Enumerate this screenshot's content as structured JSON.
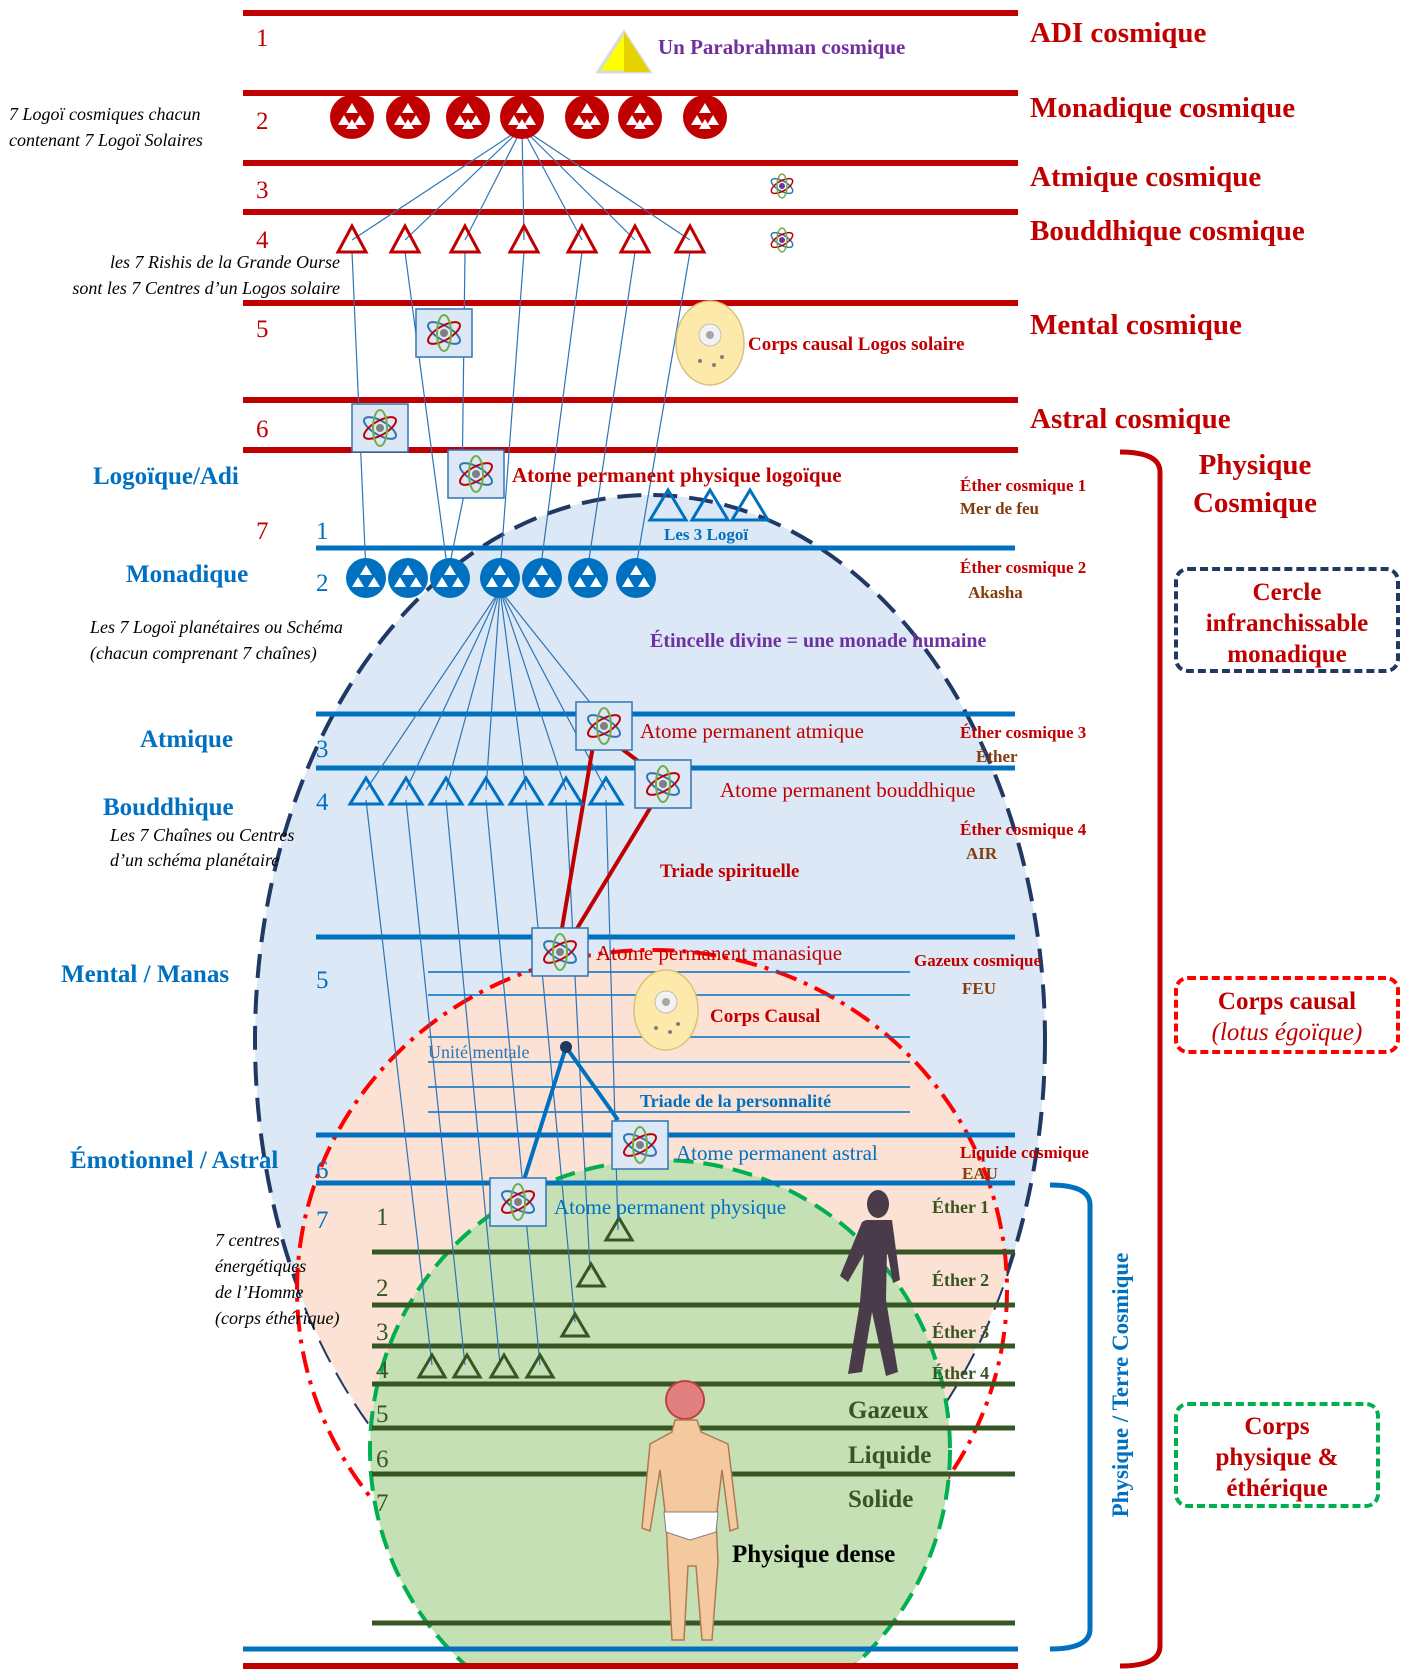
{
  "cosmic_planes": {
    "p1": {
      "num": "1",
      "label": "ADI cosmique"
    },
    "p2": {
      "num": "2",
      "label": "Monadique cosmique"
    },
    "p3": {
      "num": "3",
      "label": "Atmique cosmique"
    },
    "p4": {
      "num": "4",
      "label": "Bouddhique cosmique"
    },
    "p5": {
      "num": "5",
      "label": "Mental cosmique"
    },
    "p6": {
      "num": "6",
      "label": "Astral cosmique"
    },
    "p7_line1": "Physique",
    "p7_line2": "Cosmique"
  },
  "cosmic_notes": {
    "parabrahman": "Un Parabrahman cosmique",
    "logoi_line1": "7 Logoï cosmiques chacun",
    "logoi_line2": "contenant 7 Logoï Solaires",
    "rishis_line1": "les 7 Rishis de la Grande Ourse",
    "rishis_line2": "sont les 7 Centres d’un Logos solaire",
    "causal_logos": "Corps causal Logos solaire",
    "atome_logoique": "Atome permanent physique logoïque",
    "les3logoi": "Les 3 Logoï"
  },
  "system_planes": {
    "logoique": "Logoïque/Adi",
    "monadique": "Monadique",
    "atmique": "Atmique",
    "bouddhique": "Bouddhique",
    "mental": "Mental / Manas",
    "emotionnel": "Émotionnel / Astral",
    "n7": "7",
    "n1": "1",
    "n2": "2",
    "n3": "3",
    "n4": "4",
    "n5": "5",
    "n6": "6",
    "n7b": "7"
  },
  "system_notes": {
    "logoi_planetaires_1": "Les 7 Logoï planétaires ou Schéma",
    "logoi_planetaires_2": "(chacun comprenant 7 chaînes)",
    "chaines_1": "Les 7 Chaînes ou Centres",
    "chaines_2": "d’un schéma planétaire",
    "etincelle": "Étincelle divine = une monade humaine",
    "atome_atmique": "Atome permanent atmique",
    "atome_bouddhique": "Atome permanent bouddhique",
    "triade_spirituelle": "Triade spirituelle",
    "atome_manasique": "Atome permanent manasique",
    "corps_causal": "Corps Causal",
    "unite_mentale": "Unité mentale",
    "triade_personnalite": "Triade de la personnalité",
    "atome_astral": "Atome permanent astral",
    "atome_physique": "Atome permanent physique",
    "centres_1": "7 centres",
    "centres_2": "énergétiques",
    "centres_3": "de l’Homme",
    "centres_4": "(corps éthérique)",
    "physique_dense": "Physique dense"
  },
  "right_labels": {
    "ether1": "Éther cosmique 1",
    "mer": "Mer de feu",
    "ether2": "Éther cosmique 2",
    "akasha": "Akasha",
    "ether3": "Éther cosmique 3",
    "ether": "Éther",
    "ether4": "Éther cosmique 4",
    "air": "AIR",
    "gazeux": "Gazeux cosmique",
    "feu": "FEU",
    "liquide": "Liquide cosmique",
    "eau": "EAU"
  },
  "physical_subplanes": {
    "n1": "1",
    "n2": "2",
    "n3": "3",
    "n4": "4",
    "n5": "5",
    "n6": "6",
    "n7": "7",
    "e1": "Éther 1",
    "e2": "Éther 2",
    "e3": "Éther 3",
    "e4": "Éther 4",
    "gaz": "Gazeux",
    "liq": "Liquide",
    "sol": "Solide"
  },
  "side": {
    "terre": "Physique / Terre Cosmique"
  },
  "legend": {
    "cercle": [
      "Cercle",
      "infranchissable",
      "monadique"
    ],
    "causal_1": "Corps causal",
    "causal_2": "(lotus égoïque)",
    "physique": [
      "Corps",
      "physique &",
      "éthérique"
    ]
  },
  "colors": {
    "red": "#c00000",
    "blue": "#0070c0",
    "navy": "#1f3864",
    "green": "#375623",
    "brown": "#843c0c",
    "purple": "#7030a0",
    "egg_fill": "#dce8f5",
    "causal_fill": "#fbe2d5",
    "physical_fill": "#c5e0b4"
  }
}
